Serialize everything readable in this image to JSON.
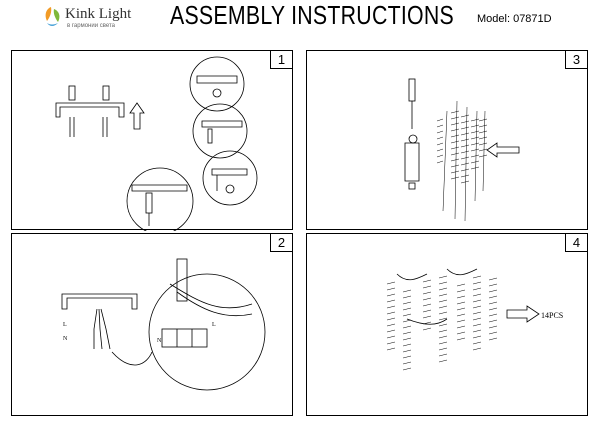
{
  "header": {
    "brand": "Kink Light",
    "brand_sub": "в гармонии света",
    "title": "ASSEMBLY INSTRUCTIONS",
    "model": "Model: 07871D"
  },
  "steps": [
    {
      "number": "1"
    },
    {
      "number": "2",
      "wire_labels": [
        "L",
        "N"
      ],
      "terminal_labels": [
        "N",
        "L"
      ]
    },
    {
      "number": "3"
    },
    {
      "number": "4",
      "quantity": "14PCS"
    }
  ]
}
